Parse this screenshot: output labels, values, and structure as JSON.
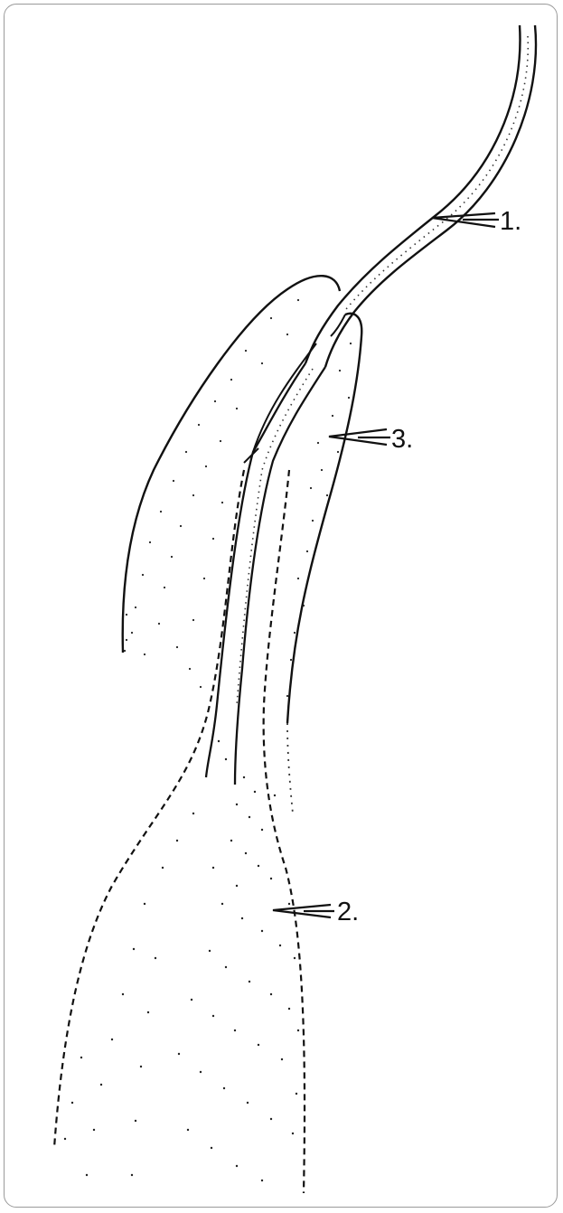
{
  "figure": {
    "labels": [
      {
        "id": "label-1",
        "text": "1."
      },
      {
        "id": "label-2",
        "text": "2."
      },
      {
        "id": "label-3",
        "text": "3."
      }
    ]
  },
  "colors": {
    "ink": "#111111",
    "frame": "#9a9a9a",
    "background": "#ffffff"
  }
}
